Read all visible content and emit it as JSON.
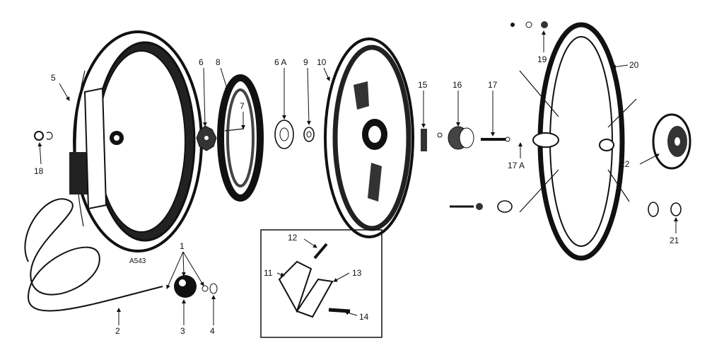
{
  "diagram_code": "A543",
  "parts": {
    "p1": "1",
    "p2": "2",
    "p3": "3",
    "p4": "4",
    "p5": "5",
    "p6": "6",
    "p6a": "6 A",
    "p7": "7",
    "p8": "8",
    "p9": "9",
    "p10": "10",
    "p11": "11",
    "p12": "12",
    "p13": "13",
    "p14": "14",
    "p15": "15",
    "p16": "16",
    "p17": "17",
    "p17a": "17 A",
    "p18": "18",
    "p19": "19",
    "p20": "20",
    "p21": "21",
    "p22": "22"
  }
}
